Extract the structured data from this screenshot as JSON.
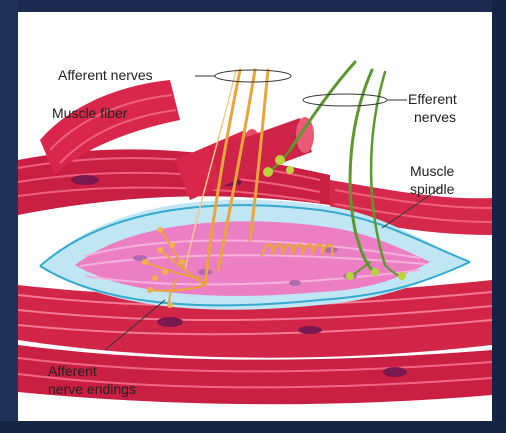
{
  "labels": {
    "afferent_nerves": "Afferent nerves",
    "muscle_fiber": "Muscle fiber",
    "efferent_nerves_1": "Efferent",
    "efferent_nerves_2": "nerves",
    "muscle_spindle_1": "Muscle",
    "muscle_spindle_2": "spindle",
    "afferent_endings_1": "Afferent",
    "afferent_endings_2": "nerve endings"
  },
  "colors": {
    "frame": "#1e2d52",
    "muscle": "#d8274a",
    "muscle_light": "#f0607e",
    "spindle_sheath": "#bfe6f2",
    "spindle_core": "#ec7fc4",
    "afferent_nerve": "#e9a53a",
    "efferent_nerve": "#5a9a2c",
    "motor_plate": "#b9d43a"
  }
}
